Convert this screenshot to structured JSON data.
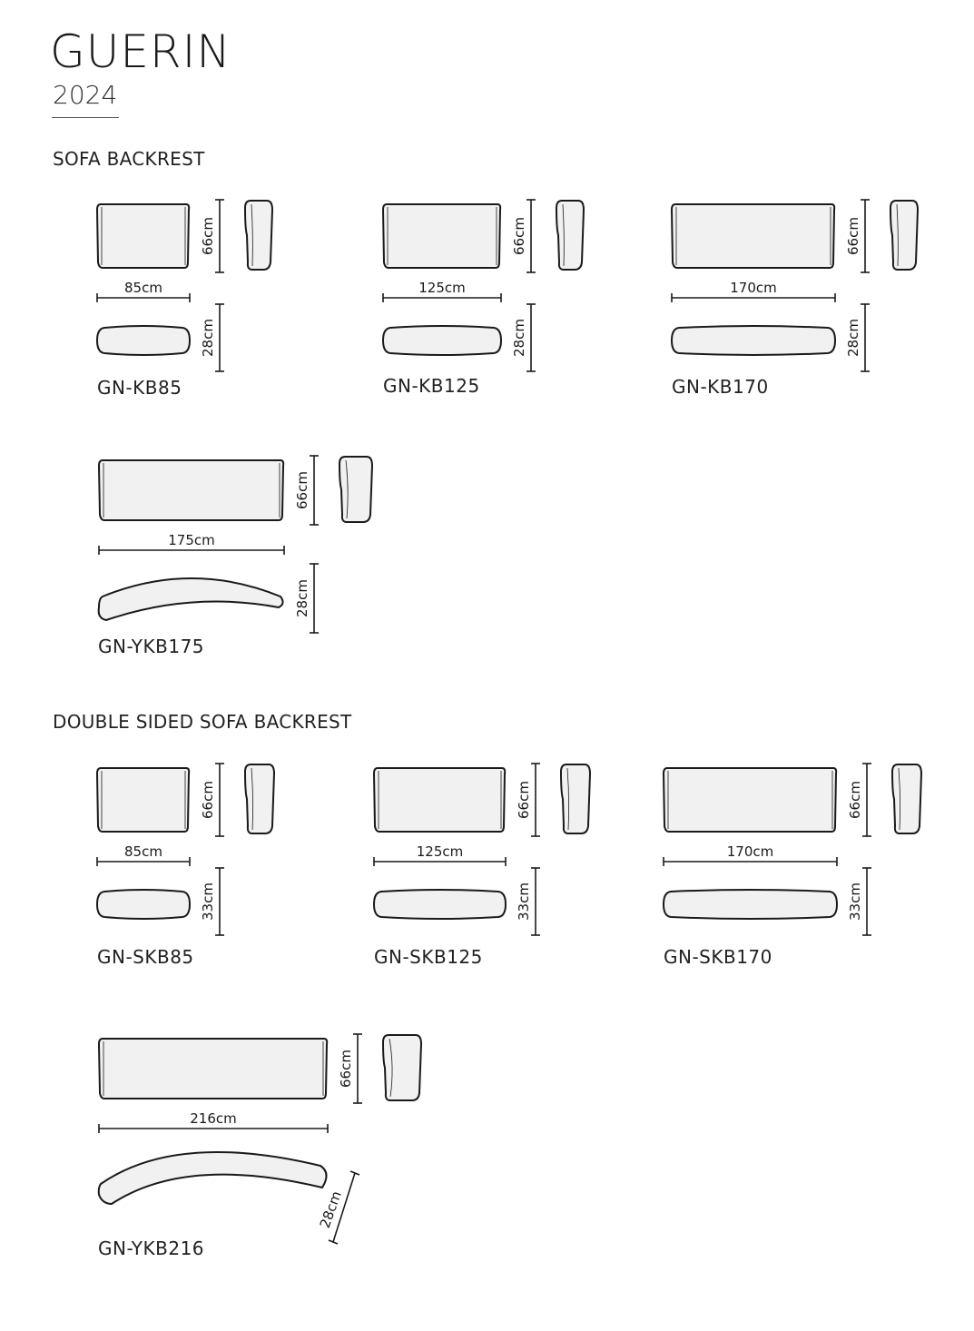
{
  "header": {
    "brand": "GUERIN",
    "year": "2024"
  },
  "sections": [
    {
      "title": "SOFA BACKREST",
      "items": [
        {
          "code": "GN-KB85",
          "width": "85cm",
          "height": "66cm",
          "depth": "28cm"
        },
        {
          "code": "GN-KB125",
          "width": "125cm",
          "height": "66cm",
          "depth": "28cm"
        },
        {
          "code": "GN-KB170",
          "width": "170cm",
          "height": "66cm",
          "depth": "28cm"
        },
        {
          "code": "GN-YKB175",
          "width": "175cm",
          "height": "66cm",
          "depth": "28cm",
          "curved": true
        }
      ]
    },
    {
      "title": "DOUBLE SIDED SOFA BACKREST",
      "items": [
        {
          "code": "GN-SKB85",
          "width": "85cm",
          "height": "66cm",
          "depth": "33cm"
        },
        {
          "code": "GN-SKB125",
          "width": "125cm",
          "height": "66cm",
          "depth": "33cm"
        },
        {
          "code": "GN-SKB170",
          "width": "170cm",
          "height": "66cm",
          "depth": "33cm"
        },
        {
          "code": "GN-YKB216",
          "width": "216cm",
          "height": "66cm",
          "depth": "28cm",
          "curved": true
        }
      ]
    }
  ]
}
